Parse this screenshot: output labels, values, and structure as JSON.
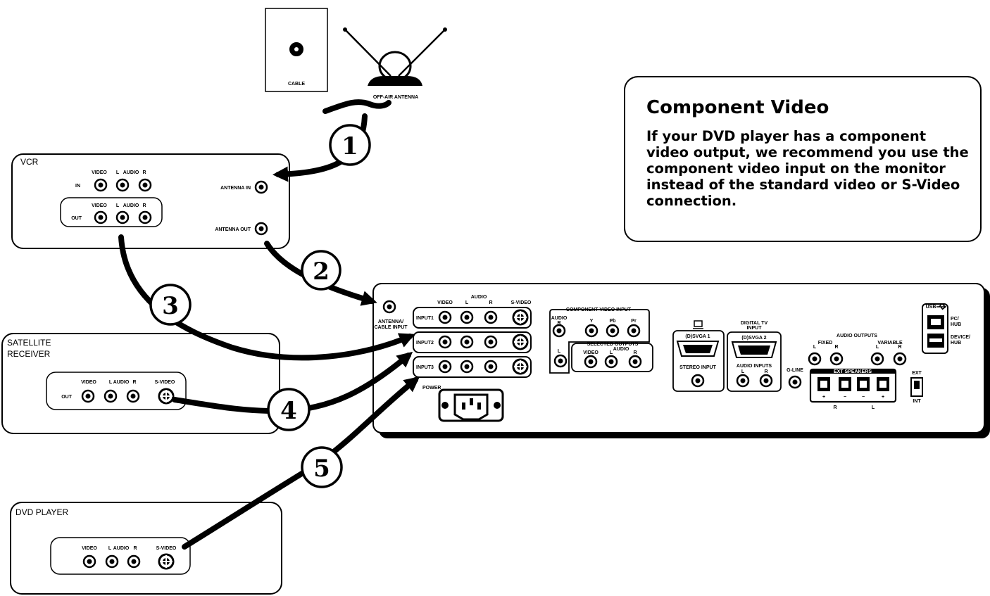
{
  "note": {
    "title": "Component Video",
    "body": "If your DVD player has a component video output, we recommend you use the component video input on the monitor instead of the standard video or S-Video connection."
  },
  "sources": {
    "cable": "CABLE",
    "antenna": "OFF-AIR ANTENNA"
  },
  "vcr": {
    "title": "VCR",
    "in": "IN",
    "out": "OUT",
    "video": "VIDEO",
    "l": "L",
    "audio": "AUDIO",
    "r": "R",
    "antenna_in": "ANTENNA IN",
    "antenna_out": "ANTENNA OUT"
  },
  "satellite": {
    "title_line1": "SATELLITE",
    "title_line2": "RECEIVER",
    "out": "OUT",
    "video": "VIDEO",
    "l": "L",
    "audio": "AUDIO",
    "r": "R",
    "svideo": "S-VIDEO"
  },
  "dvd": {
    "title": "DVD PLAYER",
    "video": "VIDEO",
    "l": "L",
    "audio": "AUDIO",
    "r": "R",
    "svideo": "S-VIDEO"
  },
  "steps": [
    "1",
    "2",
    "3",
    "4",
    "5"
  ],
  "panel": {
    "antenna_cable_input_1": "ANTENNA/",
    "antenna_cable_input_2": "CABLE INPUT",
    "video": "VIDEO",
    "audio": "AUDIO",
    "l": "L",
    "r": "R",
    "svideo": "S-VIDEO",
    "input1": "INPUT1",
    "input2": "INPUT2",
    "input3": "INPUT3",
    "power": "POWER",
    "component_video_input": "COMPONENT VIDEO INPUT",
    "comp_audio": "AUDIO",
    "comp_r": "R",
    "comp_l": "L",
    "y": "Y",
    "pb": "Pb",
    "pr": "Pr",
    "selected_outputs": "SELECTED OUTPUTS",
    "sel_video": "VIDEO",
    "sel_l": "L",
    "sel_audio": "AUDIO",
    "sel_r": "R",
    "dsvga1": "(D)SVGA 1",
    "stereo_input": "STEREO INPUT",
    "digital_tv_1": "DIGITAL TV",
    "digital_tv_2": "INPUT",
    "dsvga2": "(D)SVGA 2",
    "audio_inputs": "AUDIO INPUTS",
    "ai_l": "L",
    "ai_r": "R",
    "g_line": "G-LINE",
    "audio_outputs": "AUDIO OUTPUTS",
    "fixed": "FIXED",
    "variable": "VARIABLE",
    "ao_l1": "L",
    "ao_r1": "R",
    "ao_l2": "L",
    "ao_r2": "R",
    "ext_speakers": "EXT SPEAKERS",
    "spk_plus1": "+",
    "spk_minus1": "−",
    "spk_minus2": "−",
    "spk_plus2": "+",
    "spk_r": "R",
    "spk_l": "L",
    "usb": "USB",
    "pc_hub_1": "PC/",
    "pc_hub_2": "HUB",
    "device_hub_1": "DEVICE/",
    "device_hub_2": "HUB",
    "ext": "EXT",
    "int": "INT"
  }
}
